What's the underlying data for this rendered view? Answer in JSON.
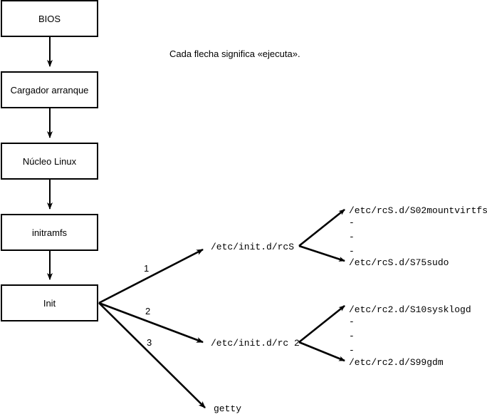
{
  "diagram": {
    "title_caption": "Cada flecha significa «ejecuta».",
    "colors": {
      "stroke": "#000000",
      "fill": "#ffffff",
      "background": "#ffffff"
    },
    "boot_chain": [
      {
        "id": "bios",
        "label": "BIOS"
      },
      {
        "id": "bootloader",
        "label": "Cargador arranque"
      },
      {
        "id": "kernel",
        "label": "Núcleo Linux"
      },
      {
        "id": "initramfs",
        "label": "initramfs"
      },
      {
        "id": "init",
        "label": "Init"
      }
    ],
    "init_branches": [
      {
        "number": "1",
        "target": "/etc/init.d/rcS"
      },
      {
        "number": "2",
        "target": "/etc/init.d/rc 2"
      },
      {
        "number": "3",
        "target": "getty"
      }
    ],
    "script_groups": [
      {
        "id": "rcs-group",
        "source": "/etc/init.d/rcS",
        "first": "/etc/rcS.d/S02mountvirtfs",
        "ellipsis": [
          "-",
          "-",
          "-"
        ],
        "last": "/etc/rcS.d/S75sudo"
      },
      {
        "id": "rc2-group",
        "source": "/etc/init.d/rc 2",
        "first": "/etc/rc2.d/S10sysklogd",
        "ellipsis": [
          "-",
          "-",
          "-"
        ],
        "last": "/etc/rc2.d/S99gdm"
      }
    ]
  }
}
